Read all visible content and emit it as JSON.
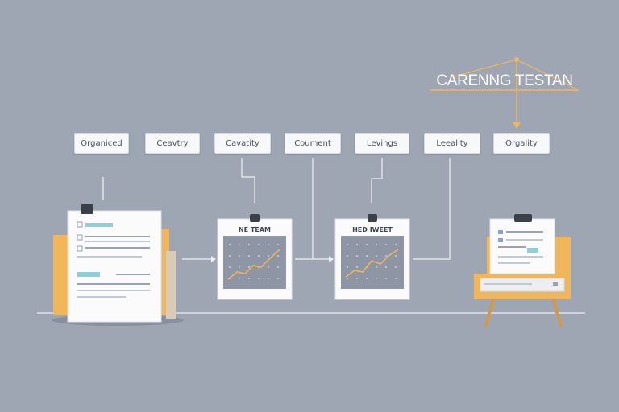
{
  "diagram": {
    "title": "CARENNG TESTAN",
    "step_labels": [
      "Organiced",
      "Ceavtry",
      "Cavatity",
      "Coument",
      "Levings",
      "Leeality",
      "Orgality"
    ],
    "card_titles": [
      "NE TEAM",
      "HED IWEET"
    ]
  },
  "colors": {
    "background": "#9ea6b4",
    "accent": "#f2b65a",
    "line": "#eef0f4",
    "chart_blue": "#8e96a6",
    "teal": "#8fd0d8"
  }
}
